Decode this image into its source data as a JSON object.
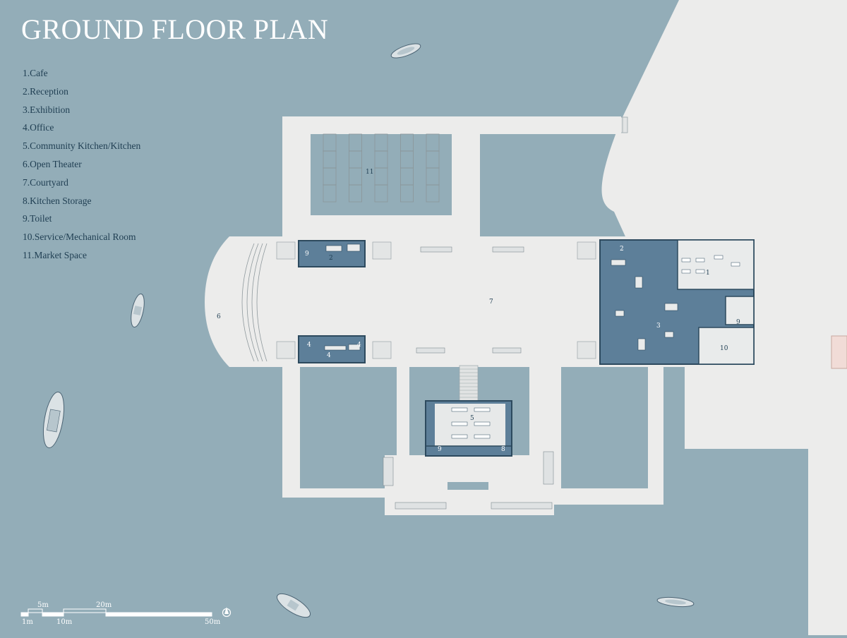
{
  "title": "GROUND FLOOR PLAN",
  "legend": [
    "1.Cafe",
    "2.Reception",
    "3.Exhibition",
    "4.Office",
    "5.Community Kitchen/Kitchen",
    "6.Open Theater",
    "7.Courtyard",
    "8.Kitchen Storage",
    "9.Toilet",
    "10.Service/Mechanical Room",
    "11.Market Space"
  ],
  "room_numbers": {
    "market": "11",
    "theater": "6",
    "courtyard": "7",
    "reception_north": "2",
    "toilet_north": "9",
    "office_a": "4",
    "office_b": "4",
    "office_c": "4",
    "exhibition": "3",
    "reception_east": "2",
    "cafe": "1",
    "toilet_east": "9",
    "service": "10",
    "kitchen": "5",
    "storage": "8",
    "toilet_south": "9"
  },
  "scale_bar": {
    "labels_top": [
      "5m",
      "20m"
    ],
    "labels_bottom": [
      "1m",
      "10m",
      "50m"
    ]
  },
  "colors": {
    "water": "#93adb8",
    "land": "#ececeb",
    "building_fill": "#5d7f99",
    "building_outline": "#2d4a5e",
    "text_dark": "#1f3e52",
    "title": "#ffffff"
  }
}
